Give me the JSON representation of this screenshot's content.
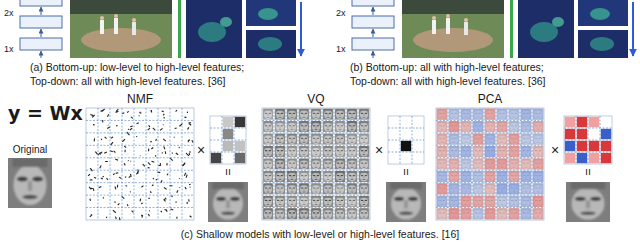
{
  "diagram": {
    "labels": [
      "2x",
      "1x",
      "(a) Bottom-up: low-level to high-level features;",
      "Top-down: all with high-level features. [36]",
      "2x",
      "1x",
      "(b) Bottom-up: all with high-level features;",
      "Top-down: all with high-level features. [36]",
      "y = Wx",
      "Original",
      "NMF",
      "VQ",
      "PCA",
      "×",
      "=",
      "×",
      "=",
      "×",
      "=",
      "(c) Shallow models with low-level or high-level features. [16]"
    ]
  }
}
